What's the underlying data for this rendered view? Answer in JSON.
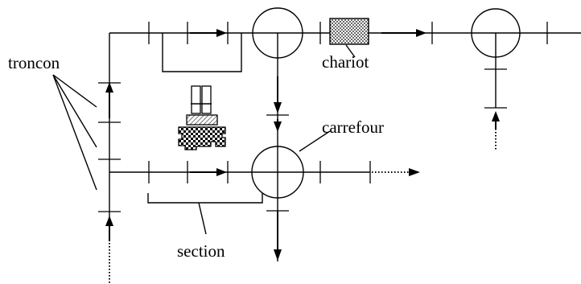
{
  "labels": {
    "troncon": "troncon",
    "chariot": "chariot",
    "carrefour": "carrefour",
    "section": "section"
  },
  "colors": {
    "ink": "#000000",
    "background": "#ffffff"
  }
}
